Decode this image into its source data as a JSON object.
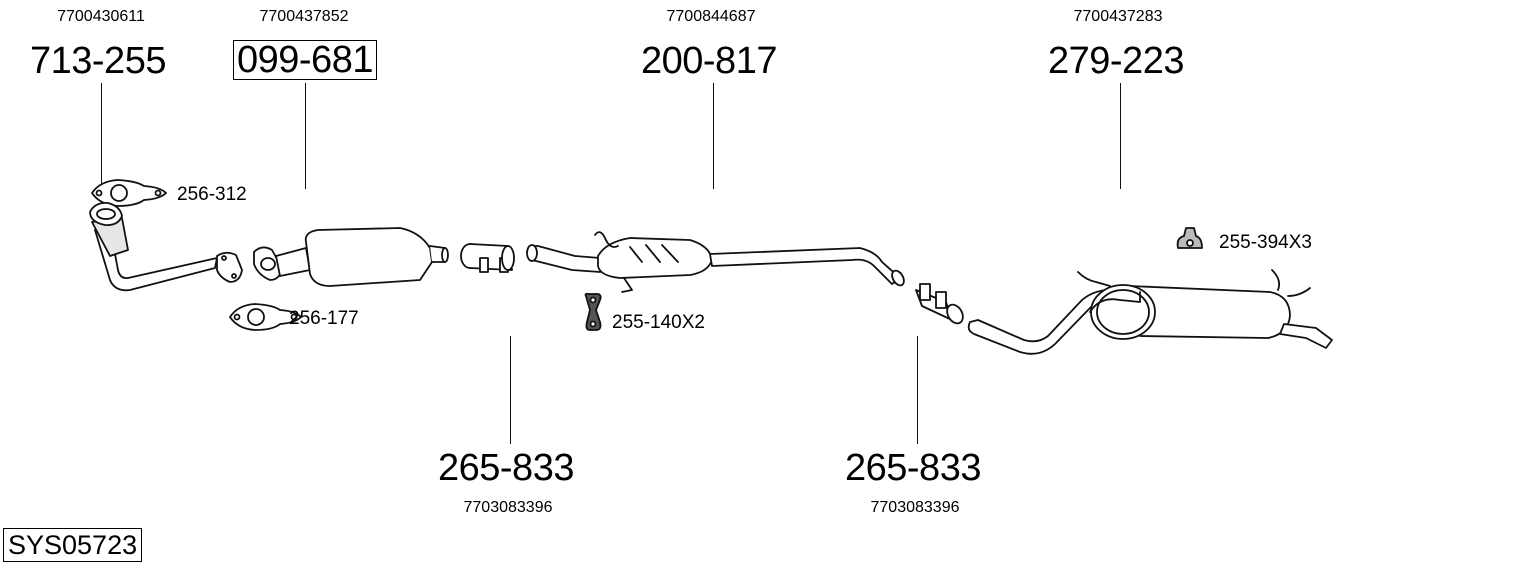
{
  "system_id": "SYS05723",
  "top_parts": [
    {
      "oem": "7700430611",
      "part": "713-255",
      "boxed": false
    },
    {
      "oem": "7700437852",
      "part": "099-681",
      "boxed": true
    },
    {
      "oem": "7700844687",
      "part": "200-817",
      "boxed": false
    },
    {
      "oem": "7700437283",
      "part": "279-223",
      "boxed": false
    }
  ],
  "bottom_parts": [
    {
      "oem": "7703083396",
      "part": "265-833"
    },
    {
      "oem": "7703083396",
      "part": "265-833"
    }
  ],
  "accessories": [
    {
      "label": "256-312",
      "icon": "gasket-icon"
    },
    {
      "label": "256-177",
      "icon": "gasket-icon"
    },
    {
      "label": "255-140X2",
      "icon": "rubber-hanger-icon"
    },
    {
      "label": "255-394X3",
      "icon": "rubber-mount-icon"
    }
  ],
  "colors": {
    "line": "#111111",
    "fill": "#ffffff",
    "shade": "#d9d9d9"
  }
}
